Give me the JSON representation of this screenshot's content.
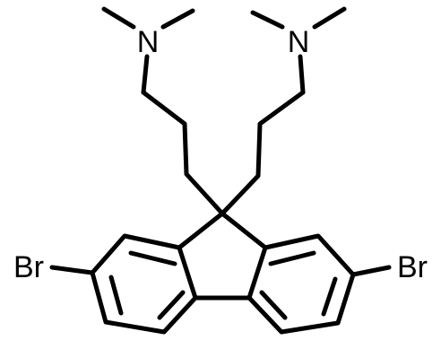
{
  "structure": {
    "atoms": {
      "nitrogen_left": "N",
      "nitrogen_right": "N",
      "bromine_left": "Br",
      "bromine_right": "Br"
    },
    "colors": {
      "bond": "#000000",
      "text": "#000000",
      "background": "#ffffff"
    }
  }
}
